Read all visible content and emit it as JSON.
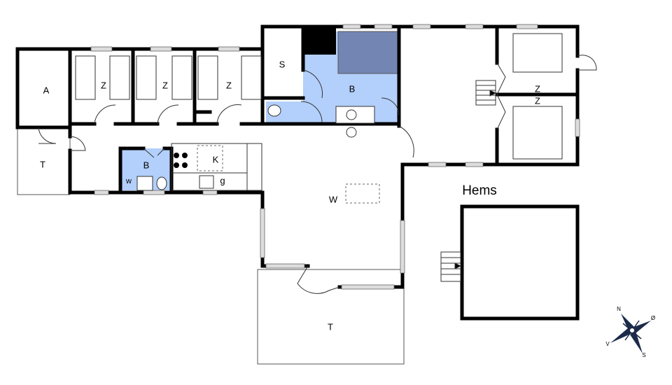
{
  "plan": {
    "rooms": {
      "a": "A",
      "z1": "Z",
      "z2": "Z",
      "z3": "Z",
      "s": "S",
      "b_large": "B",
      "b_small": "B",
      "w_small": "w",
      "k": "K",
      "g": "g",
      "w_main": "W",
      "z4": "Z",
      "z5": "Z",
      "t_left": "T",
      "t_bottom": "T",
      "hems": "Hems"
    },
    "compass": {
      "n": "N",
      "e": "Ø",
      "w": "V",
      "s": "S"
    },
    "colors": {
      "bath": "#b3cffb",
      "dark_fixture": "#7386b3",
      "compass": "#1c2a4a"
    }
  }
}
